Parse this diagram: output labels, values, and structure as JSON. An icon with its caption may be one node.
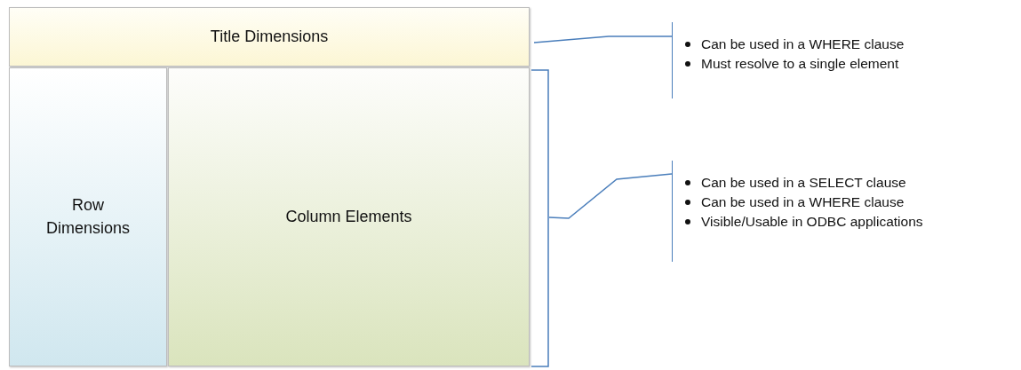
{
  "diagram": {
    "nodes": [
      {
        "text": [
          "Title Dimensions"
        ]
      },
      {
        "text": [
          "Row Dimensions"
        ]
      },
      {
        "text": [
          "Column Elements"
        ]
      },
      {
        "text": [
          "Can be used in a WHERE clause",
          "Must resolve to a single element"
        ]
      },
      {
        "text": [
          "Can be used in a SELECT clause",
          "Can be used in a WHERE clause",
          "Visible/Usable in ODBC applications"
        ]
      },
      {
        "text": [],
        "shape": "bracket"
      }
    ],
    "edges": [
      {
        "from": 0,
        "to": 3,
        "arrow": "none"
      },
      {
        "from": 5,
        "to": 4,
        "arrow": "none"
      }
    ]
  }
}
